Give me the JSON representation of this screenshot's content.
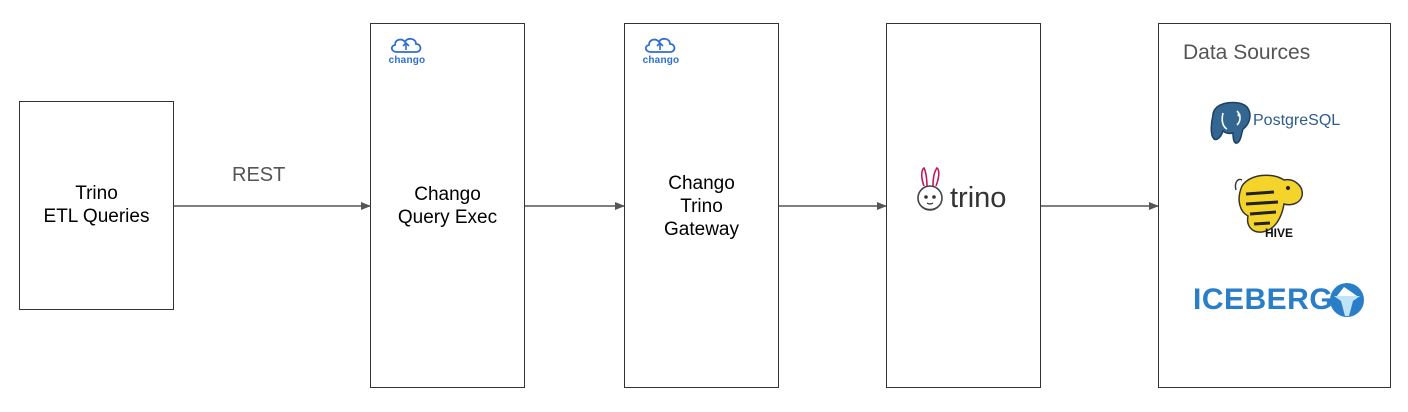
{
  "nodes": {
    "etl": {
      "line1": "Trino",
      "line2": "ETL Queries"
    },
    "query_exec": {
      "line1": "Chango",
      "line2": "Query Exec",
      "logo_text": "chango"
    },
    "gateway": {
      "line1": "Chango",
      "line2": "Trino",
      "line3": "Gateway",
      "logo_text": "chango"
    },
    "trino": {
      "logo_text": "trino"
    },
    "data_sources": {
      "title": "Data Sources",
      "postgres_text": "PostgreSQL",
      "hive_text": "HIVE",
      "iceberg_text": "ICEBERG"
    }
  },
  "edges": {
    "etl_to_query_exec": {
      "label": "REST"
    }
  },
  "colors": {
    "border": "#333333",
    "arrow": "#555555",
    "chango_blue": "#2f6fd1",
    "iceberg_blue": "#2a7ec8",
    "postgres_blue": "#336791",
    "hive_yellow": "#f4d32a"
  },
  "icons": [
    "chango-cloud-icon",
    "trino-bunny-icon",
    "postgresql-elephant-icon",
    "hive-bee-icon",
    "iceberg-icon"
  ]
}
